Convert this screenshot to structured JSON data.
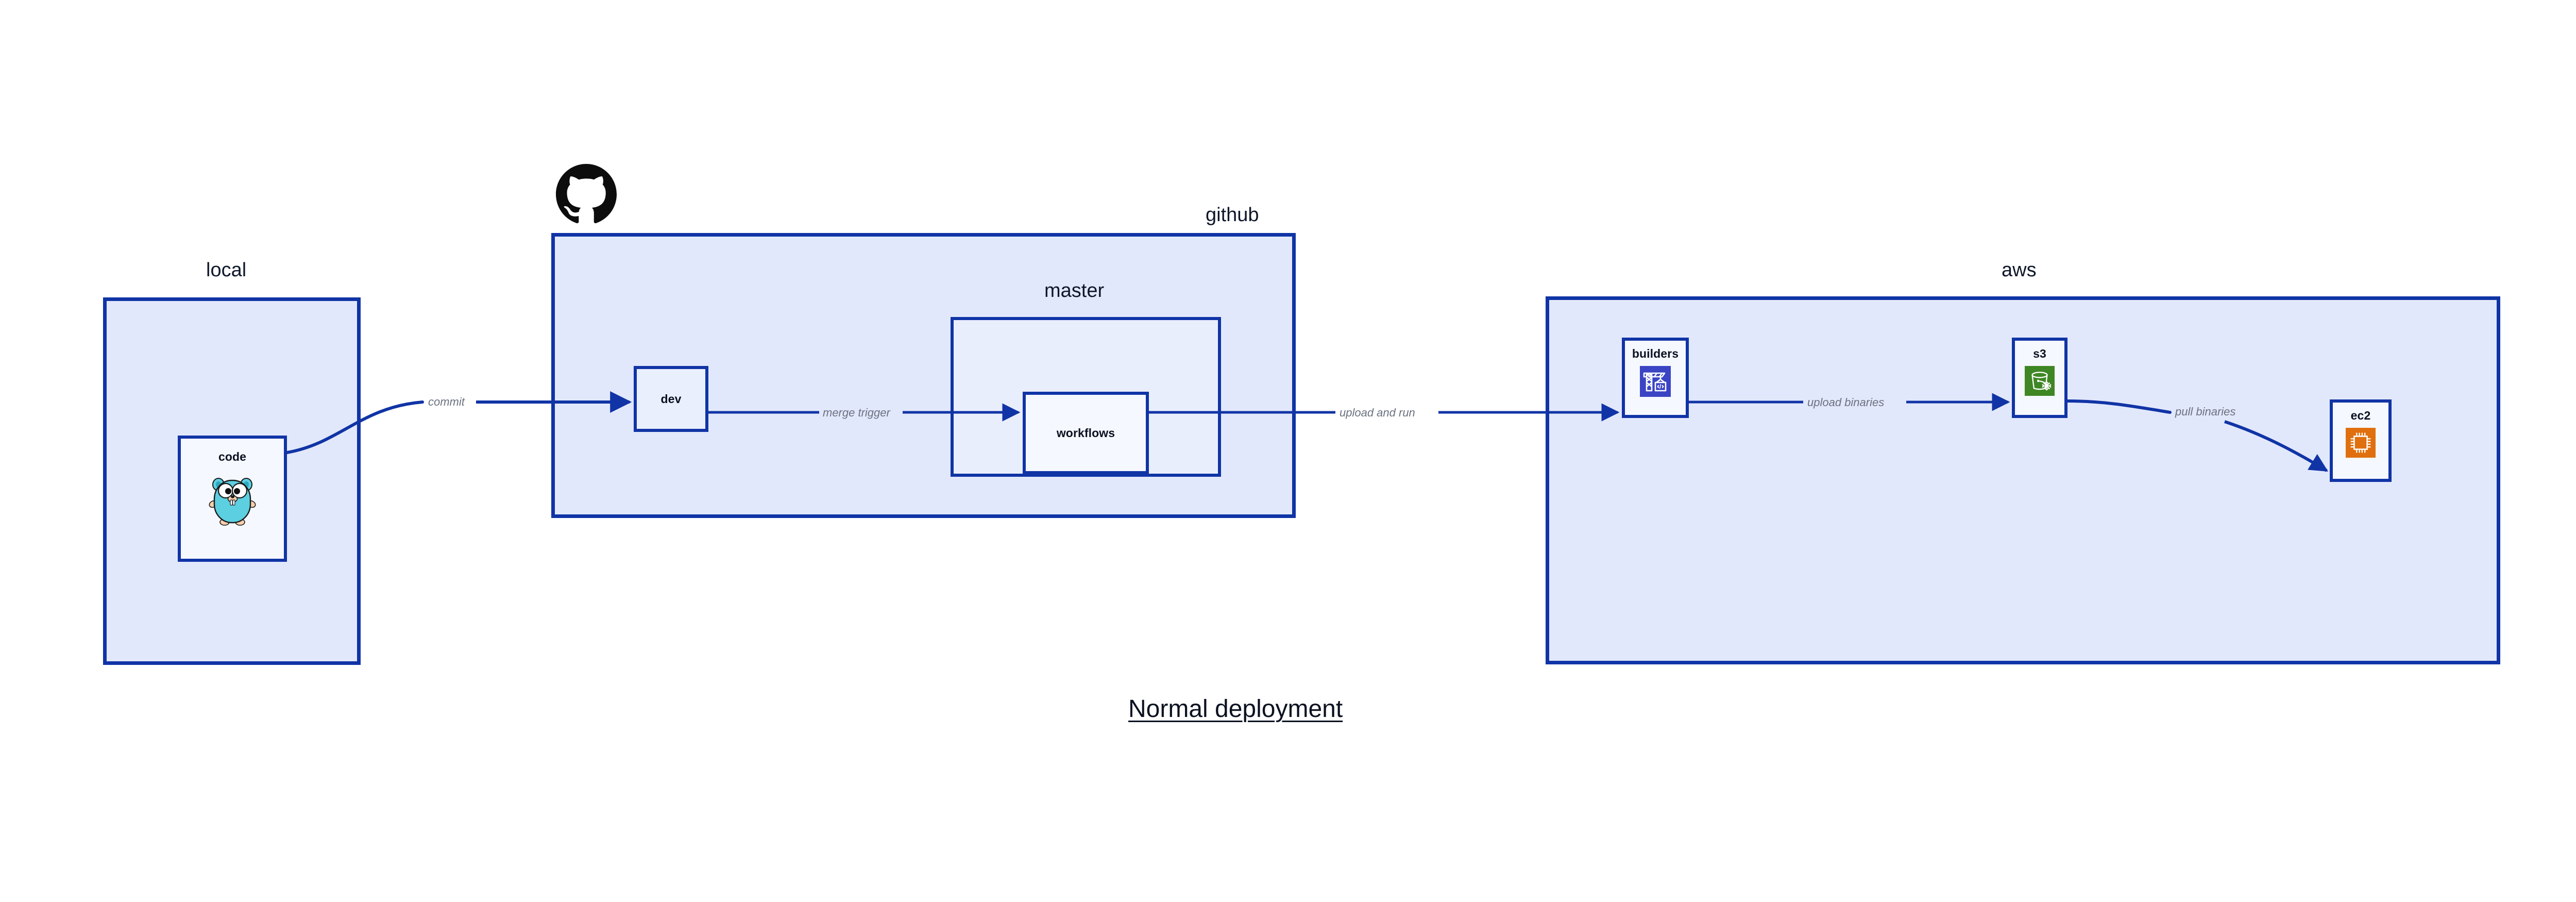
{
  "diagram": {
    "caption": "Normal deployment",
    "colors": {
      "group_fill": "#e2e8fb",
      "subgroup_fill": "#e9eefd",
      "node_fill": "#eaeffd",
      "node_fill_light": "#f5f8ff",
      "border": "#1034a6",
      "edge": "#1034a6",
      "edge_label": "#6b7280",
      "title_text": "#0b1120",
      "builders_icon_bg": "#3b44c4",
      "s3_icon_bg": "#3f8624",
      "ec2_icon_bg": "#e0700f",
      "gopher_body": "#5ccfe0",
      "github_logo": "#0d0d0d"
    }
  },
  "groups": [
    {
      "id": "local",
      "label": "local",
      "nodes": [
        {
          "id": "code",
          "label": "code",
          "icon": "go-gopher-icon"
        }
      ]
    },
    {
      "id": "github",
      "label": "github",
      "logo": "github-octocat-icon",
      "nodes": [
        {
          "id": "dev",
          "label": "dev",
          "icon": null
        }
      ],
      "subgroups": [
        {
          "id": "master",
          "label": "master",
          "nodes": [
            {
              "id": "workflows",
              "label": "workflows",
              "icon": null
            }
          ]
        }
      ]
    },
    {
      "id": "aws",
      "label": "aws",
      "nodes": [
        {
          "id": "builders",
          "label": "builders",
          "icon": "aws-codebuild-crane-icon"
        },
        {
          "id": "s3",
          "label": "s3",
          "icon": "aws-s3-glacier-bucket-icon"
        },
        {
          "id": "ec2",
          "label": "ec2",
          "icon": "aws-ec2-chip-icon"
        }
      ]
    }
  ],
  "edges": [
    {
      "id": "commit",
      "label": "commit",
      "from": "code",
      "to": "dev"
    },
    {
      "id": "merge-trigger",
      "label": "merge trigger",
      "from": "dev",
      "to": "workflows"
    },
    {
      "id": "upload-and-run",
      "label": "upload and run",
      "from": "workflows",
      "to": "builders"
    },
    {
      "id": "upload-binaries",
      "label": "upload binaries",
      "from": "builders",
      "to": "s3"
    },
    {
      "id": "pull-binaries",
      "label": "pull binaries",
      "from": "s3",
      "to": "ec2"
    }
  ]
}
